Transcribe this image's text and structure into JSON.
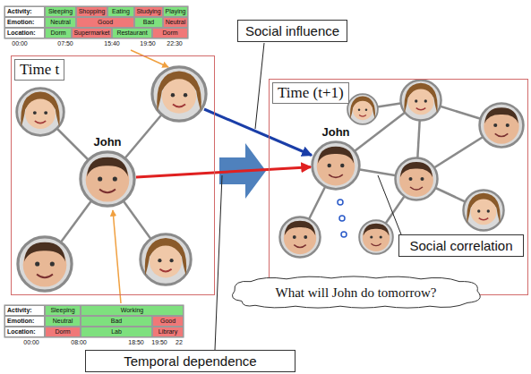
{
  "diagram": {
    "nodes": [
      {
        "text": [
          "Time t"
        ]
      },
      {
        "text": [
          "John"
        ],
        "in": 0
      },
      {
        "text": [
          "Time (t+1)"
        ]
      },
      {
        "text": [
          "John"
        ],
        "in": 2
      },
      {
        "text": [
          "Social influence"
        ]
      },
      {
        "text": [
          "Social correlation"
        ]
      },
      {
        "text": [
          "Temporal dependence"
        ]
      },
      {
        "text": [
          "What will John do tomorrow?"
        ]
      }
    ],
    "edges": [
      {
        "from": 1,
        "to": 3,
        "arrow": "to"
      }
    ],
    "labels": [
      "Activity:",
      "Sleeping",
      "Shopping",
      "Eating",
      "Studying",
      "Playing",
      "Emotion:",
      "Neutral",
      "Good",
      "Bad",
      "Neutral",
      "Location:",
      "Dorm",
      "Supermarket",
      "Restaurant",
      "Dorm",
      "00:00",
      "07:50",
      "15:40",
      "19:50",
      "22:30",
      "Activity:",
      "Sleeping",
      "Working",
      "Emotion:",
      "Neutral",
      "Bad",
      "Good",
      "Location:",
      "Dorm",
      "Lab",
      "Library",
      "00:00",
      "08:00",
      "18:50",
      "19:50",
      "22"
    ]
  }
}
